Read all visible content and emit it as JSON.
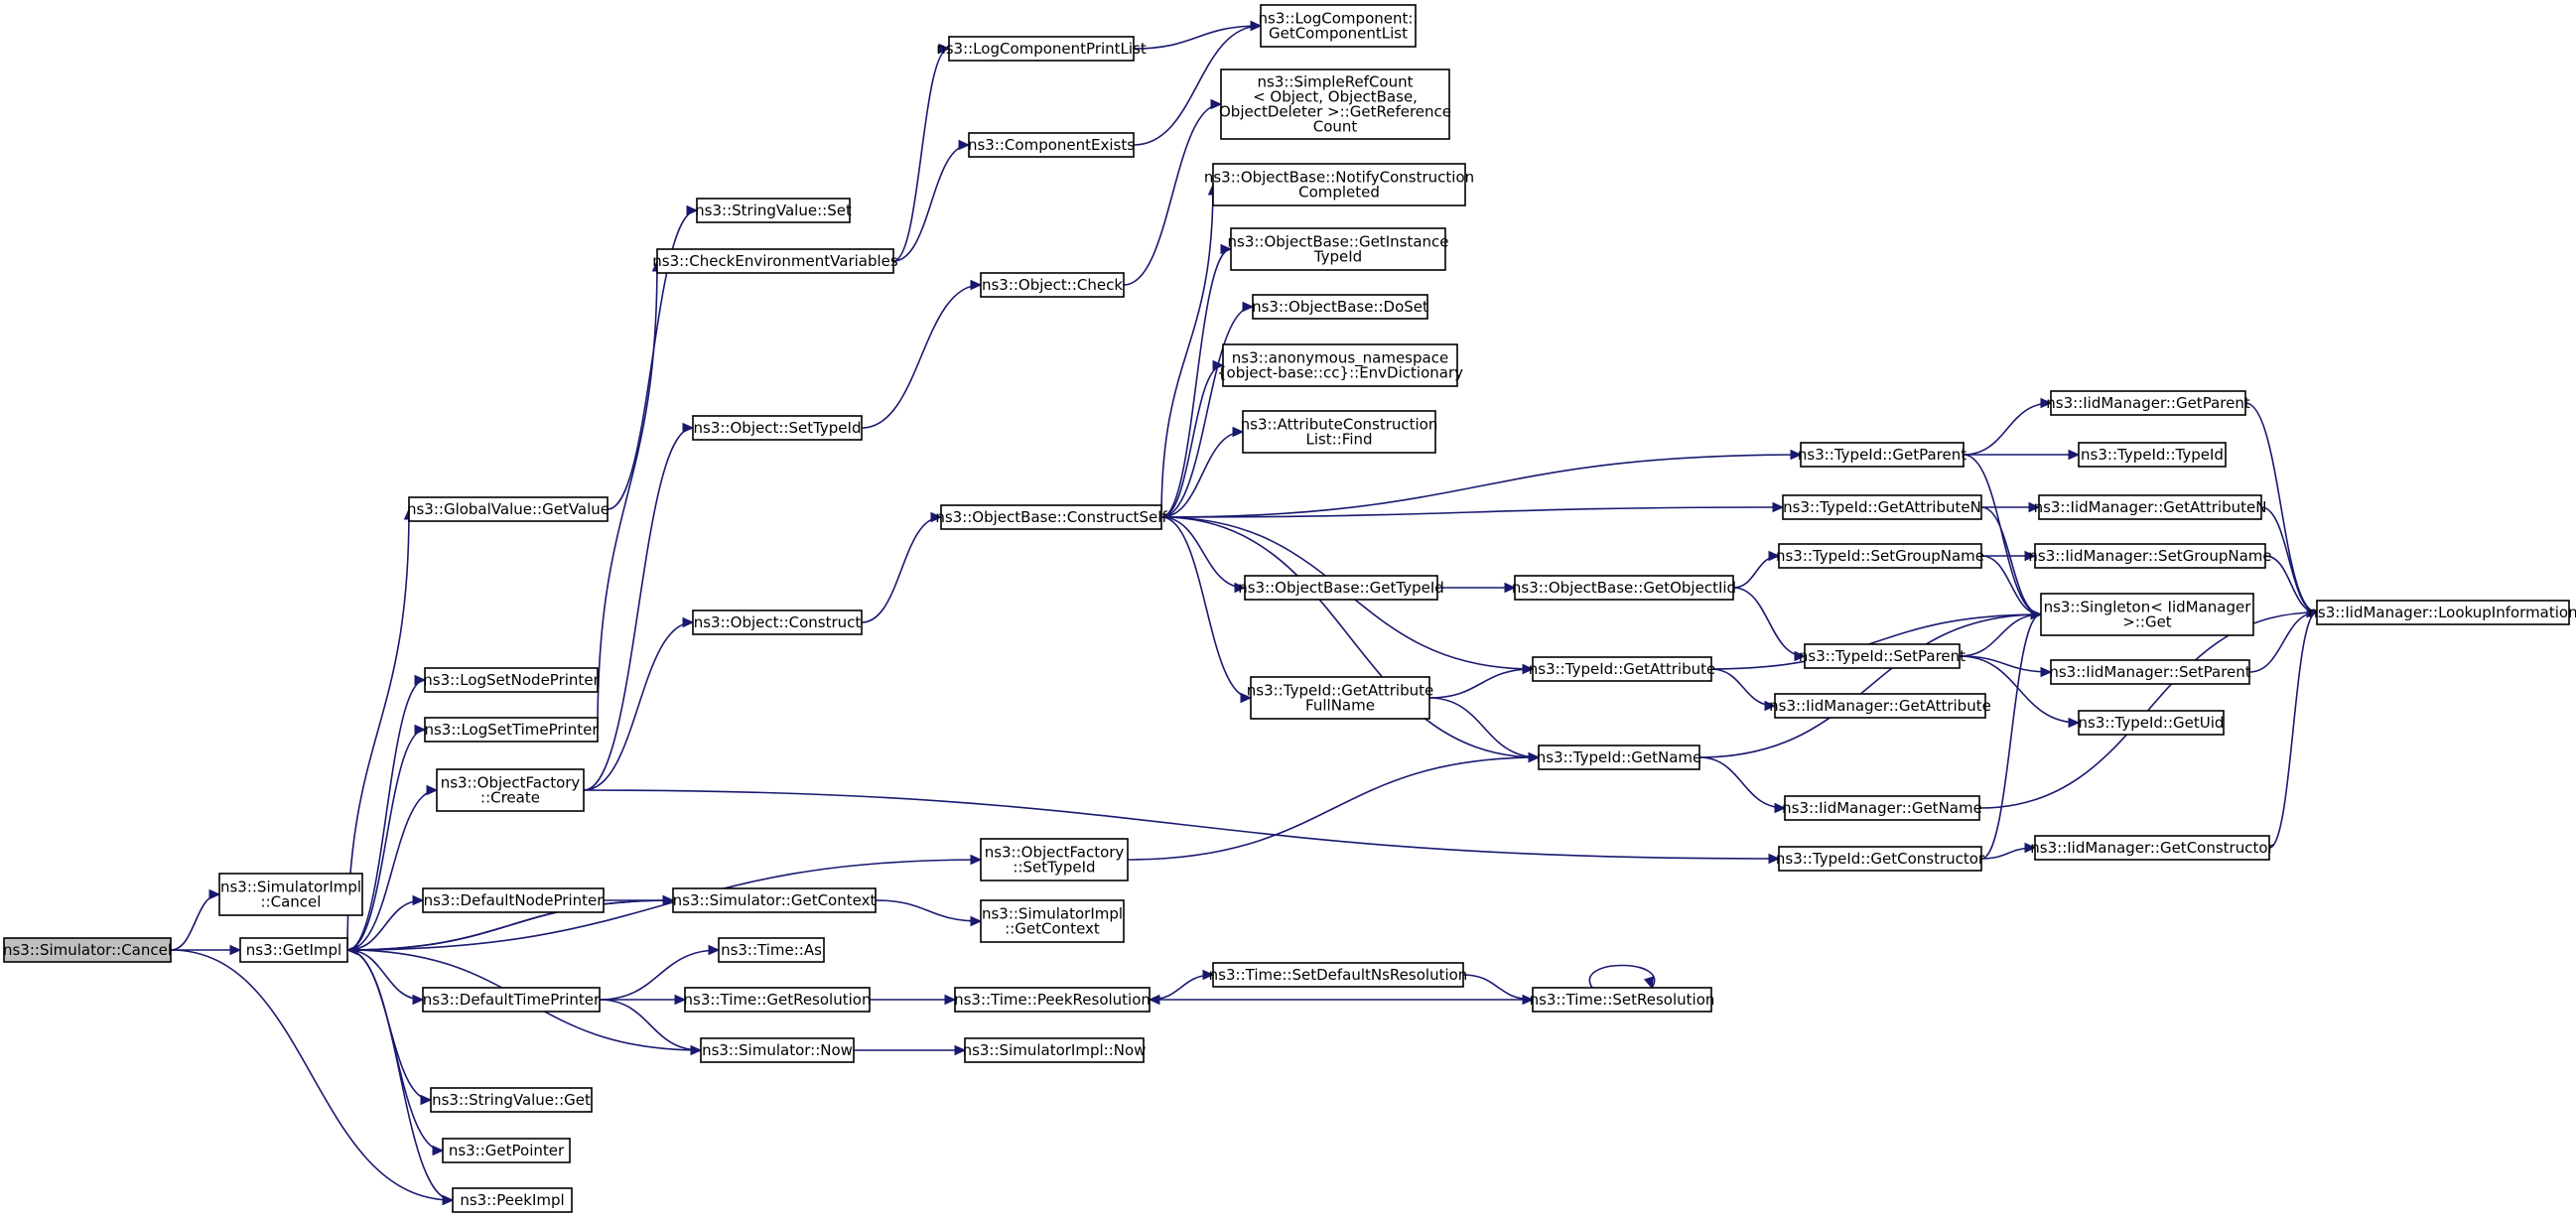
{
  "graph": {
    "root": "sim_cancel",
    "colors": {
      "edge": "#191970",
      "node_border": "#000000",
      "root_fill": "#bfbfbf",
      "node_fill": "#ffffff"
    },
    "nodes": [
      {
        "id": "sim_cancel",
        "lines": [
          "ns3::Simulator::Cancel"
        ]
      },
      {
        "id": "simimpl_cancel",
        "lines": [
          "ns3::SimulatorImpl",
          "::Cancel"
        ]
      },
      {
        "id": "getimpl",
        "lines": [
          "ns3::GetImpl"
        ]
      },
      {
        "id": "peekimpl",
        "lines": [
          "ns3::PeekImpl"
        ]
      },
      {
        "id": "gv_getvalue",
        "lines": [
          "ns3::GlobalValue::GetValue"
        ]
      },
      {
        "id": "logsetnodeprinter",
        "lines": [
          "ns3::LogSetNodePrinter"
        ]
      },
      {
        "id": "logsettimeprinter",
        "lines": [
          "ns3::LogSetTimePrinter"
        ]
      },
      {
        "id": "objfactory_create",
        "lines": [
          "ns3::ObjectFactory",
          "::Create"
        ]
      },
      {
        "id": "defaultnodeprinter",
        "lines": [
          "ns3::DefaultNodePrinter"
        ]
      },
      {
        "id": "defaulttimeprinter",
        "lines": [
          "ns3::DefaultTimePrinter"
        ]
      },
      {
        "id": "stringvalue_get",
        "lines": [
          "ns3::StringValue::Get"
        ]
      },
      {
        "id": "getpointer",
        "lines": [
          "ns3::GetPointer"
        ]
      },
      {
        "id": "stringvalue_set",
        "lines": [
          "ns3::StringValue::Set"
        ]
      },
      {
        "id": "checkenv",
        "lines": [
          "ns3::CheckEnvironmentVariables"
        ]
      },
      {
        "id": "object_settypeid",
        "lines": [
          "ns3::Object::SetTypeId"
        ]
      },
      {
        "id": "object_construct",
        "lines": [
          "ns3::Object::Construct"
        ]
      },
      {
        "id": "objfactory_settypeid",
        "lines": [
          "ns3::ObjectFactory",
          "::SetTypeId"
        ]
      },
      {
        "id": "sim_getcontext",
        "lines": [
          "ns3::Simulator::GetContext"
        ]
      },
      {
        "id": "time_as",
        "lines": [
          "ns3::Time::As"
        ]
      },
      {
        "id": "time_getresolution",
        "lines": [
          "ns3::Time::GetResolution"
        ]
      },
      {
        "id": "sim_now",
        "lines": [
          "ns3::Simulator::Now"
        ]
      },
      {
        "id": "logcompprintlist",
        "lines": [
          "ns3::LogComponentPrintList"
        ]
      },
      {
        "id": "componentexists",
        "lines": [
          "ns3::ComponentExists"
        ]
      },
      {
        "id": "logcomp_getlist",
        "lines": [
          "ns3::LogComponent::",
          "GetComponentList"
        ]
      },
      {
        "id": "object_check",
        "lines": [
          "ns3::Object::Check"
        ]
      },
      {
        "id": "simplerefcount",
        "lines": [
          "ns3::SimpleRefCount",
          "< Object, ObjectBase,",
          "ObjectDeleter >::GetReference",
          "Count"
        ]
      },
      {
        "id": "ob_constructself",
        "lines": [
          "ns3::ObjectBase::ConstructSelf"
        ]
      },
      {
        "id": "ob_notify",
        "lines": [
          "ns3::ObjectBase::NotifyConstruction",
          "Completed"
        ]
      },
      {
        "id": "ob_getinstance",
        "lines": [
          "ns3::ObjectBase::GetInstance",
          "TypeId"
        ]
      },
      {
        "id": "ob_doset",
        "lines": [
          "ns3::ObjectBase::DoSet"
        ]
      },
      {
        "id": "anon_envdict",
        "lines": [
          "ns3::anonymous_namespace",
          "{object-base::cc}::EnvDictionary"
        ]
      },
      {
        "id": "attrconslist_find",
        "lines": [
          "ns3::AttributeConstruction",
          "List::Find"
        ]
      },
      {
        "id": "ob_gettypeid",
        "lines": [
          "ns3::ObjectBase::GetTypeId"
        ]
      },
      {
        "id": "typeid_getattrfullname",
        "lines": [
          "ns3::TypeId::GetAttribute",
          "FullName"
        ]
      },
      {
        "id": "simimpl_getcontext",
        "lines": [
          "ns3::SimulatorImpl",
          "::GetContext"
        ]
      },
      {
        "id": "time_peekresolution",
        "lines": [
          "ns3::Time::PeekResolution"
        ]
      },
      {
        "id": "simimpl_now",
        "lines": [
          "ns3::SimulatorImpl::Now"
        ]
      },
      {
        "id": "time_setdefaultnsres",
        "lines": [
          "ns3::Time::SetDefaultNsResolution"
        ]
      },
      {
        "id": "time_setresolution",
        "lines": [
          "ns3::Time::SetResolution"
        ]
      },
      {
        "id": "ob_getobjectiid",
        "lines": [
          "ns3::ObjectBase::GetObjectIid"
        ]
      },
      {
        "id": "typeid_getattribute",
        "lines": [
          "ns3::TypeId::GetAttribute"
        ]
      },
      {
        "id": "typeid_getname",
        "lines": [
          "ns3::TypeId::GetName"
        ]
      },
      {
        "id": "typeid_getparent",
        "lines": [
          "ns3::TypeId::GetParent"
        ]
      },
      {
        "id": "typeid_getattributen",
        "lines": [
          "ns3::TypeId::GetAttributeN"
        ]
      },
      {
        "id": "typeid_setgroupname",
        "lines": [
          "ns3::TypeId::SetGroupName"
        ]
      },
      {
        "id": "typeid_setparent",
        "lines": [
          "ns3::TypeId::SetParent"
        ]
      },
      {
        "id": "iid_getattribute",
        "lines": [
          "ns3::IidManager::GetAttribute"
        ]
      },
      {
        "id": "iid_getname",
        "lines": [
          "ns3::IidManager::GetName"
        ]
      },
      {
        "id": "typeid_getconstructor",
        "lines": [
          "ns3::TypeId::GetConstructor"
        ]
      },
      {
        "id": "iid_getparent",
        "lines": [
          "ns3::IidManager::GetParent"
        ]
      },
      {
        "id": "typeid_typeid",
        "lines": [
          "ns3::TypeId::TypeId"
        ]
      },
      {
        "id": "iid_getattributen",
        "lines": [
          "ns3::IidManager::GetAttributeN"
        ]
      },
      {
        "id": "iid_setgroupname",
        "lines": [
          "ns3::IidManager::SetGroupName"
        ]
      },
      {
        "id": "singleton_get",
        "lines": [
          "ns3::Singleton< IidManager",
          ">::Get"
        ]
      },
      {
        "id": "iid_setparent",
        "lines": [
          "ns3::IidManager::SetParent"
        ]
      },
      {
        "id": "typeid_getuid",
        "lines": [
          "ns3::TypeId::GetUid"
        ]
      },
      {
        "id": "iid_getconstructor",
        "lines": [
          "ns3::IidManager::GetConstructor"
        ]
      },
      {
        "id": "iid_lookupinfo",
        "lines": [
          "ns3::IidManager::LookupInformation"
        ]
      }
    ],
    "edges": [
      [
        "sim_cancel",
        "simimpl_cancel"
      ],
      [
        "sim_cancel",
        "getimpl"
      ],
      [
        "sim_cancel",
        "peekimpl"
      ],
      [
        "getimpl",
        "gv_getvalue"
      ],
      [
        "getimpl",
        "logsetnodeprinter"
      ],
      [
        "getimpl",
        "logsettimeprinter"
      ],
      [
        "getimpl",
        "objfactory_create"
      ],
      [
        "getimpl",
        "objfactory_settypeid"
      ],
      [
        "getimpl",
        "defaultnodeprinter"
      ],
      [
        "getimpl",
        "sim_getcontext"
      ],
      [
        "getimpl",
        "defaulttimeprinter"
      ],
      [
        "getimpl",
        "stringvalue_get"
      ],
      [
        "getimpl",
        "getpointer"
      ],
      [
        "getimpl",
        "peekimpl"
      ],
      [
        "gv_getvalue",
        "stringvalue_set"
      ],
      [
        "logsettimeprinter",
        "checkenv"
      ],
      [
        "objfactory_create",
        "object_settypeid"
      ],
      [
        "objfactory_create",
        "object_construct"
      ],
      [
        "objfactory_create",
        "typeid_getconstructor"
      ],
      [
        "checkenv",
        "logcompprintlist"
      ],
      [
        "checkenv",
        "componentexists"
      ],
      [
        "logcompprintlist",
        "logcomp_getlist"
      ],
      [
        "componentexists",
        "logcomp_getlist"
      ],
      [
        "object_settypeid",
        "object_check"
      ],
      [
        "object_check",
        "simplerefcount"
      ],
      [
        "object_construct",
        "ob_constructself"
      ],
      [
        "ob_constructself",
        "ob_notify"
      ],
      [
        "ob_constructself",
        "ob_getinstance"
      ],
      [
        "ob_constructself",
        "ob_doset"
      ],
      [
        "ob_constructself",
        "anon_envdict"
      ],
      [
        "ob_constructself",
        "attrconslist_find"
      ],
      [
        "ob_constructself",
        "typeid_getparent"
      ],
      [
        "ob_constructself",
        "typeid_getattributen"
      ],
      [
        "ob_constructself",
        "ob_gettypeid"
      ],
      [
        "ob_constructself",
        "typeid_getattribute"
      ],
      [
        "ob_constructself",
        "typeid_getattrfullname"
      ],
      [
        "ob_constructself",
        "typeid_getname"
      ],
      [
        "ob_gettypeid",
        "ob_getobjectiid"
      ],
      [
        "ob_getobjectiid",
        "typeid_setgroupname"
      ],
      [
        "ob_getobjectiid",
        "typeid_setparent"
      ],
      [
        "typeid_getattrfullname",
        "typeid_getattribute"
      ],
      [
        "typeid_getattrfullname",
        "typeid_getname"
      ],
      [
        "objfactory_settypeid",
        "typeid_getname"
      ],
      [
        "typeid_getattribute",
        "singleton_get"
      ],
      [
        "typeid_getattribute",
        "iid_getattribute"
      ],
      [
        "typeid_getname",
        "singleton_get"
      ],
      [
        "typeid_getname",
        "iid_getname"
      ],
      [
        "typeid_getparent",
        "iid_getparent"
      ],
      [
        "typeid_getparent",
        "typeid_typeid"
      ],
      [
        "typeid_getparent",
        "singleton_get"
      ],
      [
        "typeid_getattributen",
        "iid_getattributen"
      ],
      [
        "typeid_getattributen",
        "singleton_get"
      ],
      [
        "typeid_setgroupname",
        "iid_setgroupname"
      ],
      [
        "typeid_setgroupname",
        "singleton_get"
      ],
      [
        "typeid_setparent",
        "singleton_get"
      ],
      [
        "typeid_setparent",
        "iid_setparent"
      ],
      [
        "typeid_setparent",
        "typeid_getuid"
      ],
      [
        "typeid_getconstructor",
        "iid_getconstructor"
      ],
      [
        "typeid_getconstructor",
        "singleton_get"
      ],
      [
        "iid_getparent",
        "iid_lookupinfo"
      ],
      [
        "iid_getattributen",
        "iid_lookupinfo"
      ],
      [
        "iid_setgroupname",
        "iid_lookupinfo"
      ],
      [
        "iid_setparent",
        "iid_lookupinfo"
      ],
      [
        "iid_getname",
        "iid_lookupinfo"
      ],
      [
        "iid_getconstructor",
        "iid_lookupinfo"
      ],
      [
        "sim_getcontext",
        "getimpl"
      ],
      [
        "sim_getcontext",
        "simimpl_getcontext"
      ],
      [
        "defaultnodeprinter",
        "sim_getcontext"
      ],
      [
        "defaulttimeprinter",
        "time_as"
      ],
      [
        "defaulttimeprinter",
        "time_getresolution"
      ],
      [
        "defaulttimeprinter",
        "sim_now"
      ],
      [
        "time_getresolution",
        "time_peekresolution"
      ],
      [
        "sim_now",
        "getimpl"
      ],
      [
        "sim_now",
        "simimpl_now"
      ],
      [
        "time_peekresolution",
        "time_setdefaultnsres"
      ],
      [
        "time_setdefaultnsres",
        "time_setresolution"
      ],
      [
        "time_setresolution",
        "time_peekresolution"
      ],
      [
        "time_setresolution",
        "time_setresolution"
      ]
    ]
  }
}
